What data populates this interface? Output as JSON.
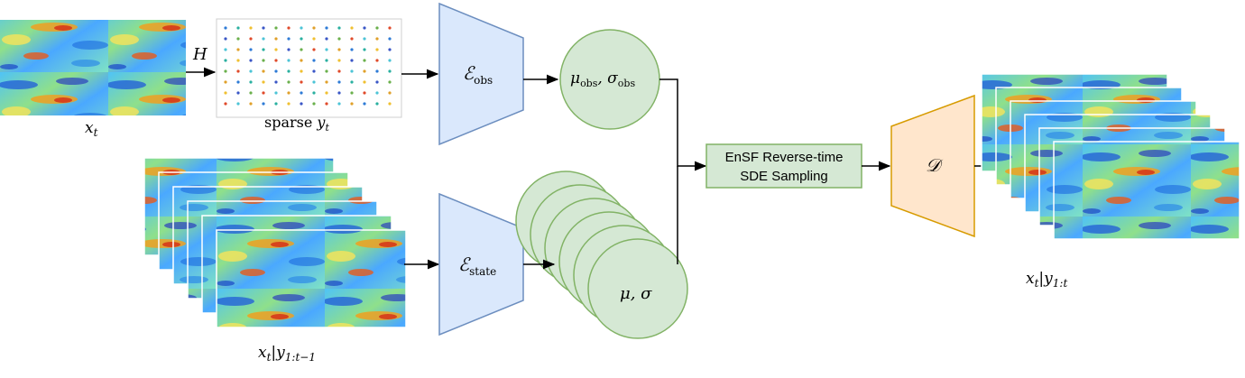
{
  "labels": {
    "x_t": "x_t",
    "H": "H",
    "sparse_y_t": "sparse y_t",
    "x_t_given_y_1_t_minus_1": "x_t | y_1:t−1",
    "x_t_given_y_1_t": "x_t | y_1:t"
  },
  "encoders": {
    "obs": {
      "symbol": "ℰ",
      "subscript": "obs"
    },
    "state": {
      "symbol": "ℰ",
      "subscript": "state"
    }
  },
  "decoder": {
    "symbol": "𝒟"
  },
  "stats": {
    "obs": "μ_obs, σ_obs",
    "state": "μ, σ"
  },
  "sampler": {
    "line1": "EnSF Reverse-time",
    "line2": "SDE Sampling"
  },
  "colors": {
    "encoder_fill": "#dae8fc",
    "encoder_stroke": "#6c8ebf",
    "stats_fill": "#d5e8d4",
    "stats_stroke": "#82b366",
    "sampler_fill": "#d5e8d4",
    "sampler_stroke": "#82b366",
    "decoder_fill": "#ffe6cc",
    "decoder_stroke": "#d79b00"
  }
}
